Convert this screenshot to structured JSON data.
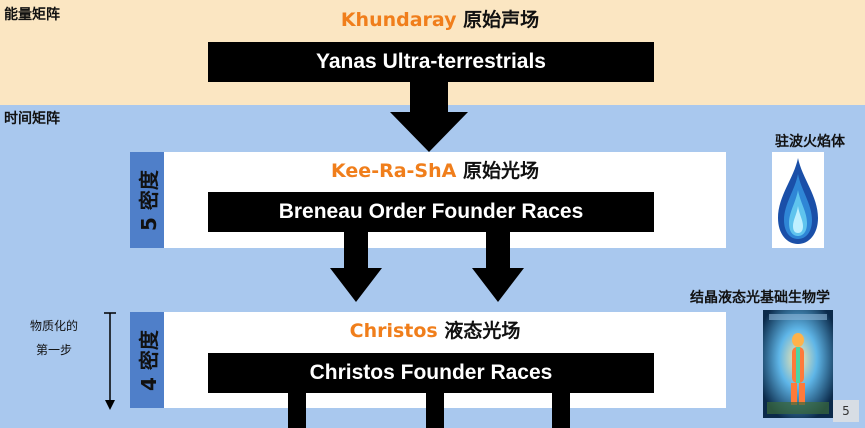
{
  "band_top": {
    "label": "能量矩阵"
  },
  "band_bottom": {
    "label": "时间矩阵"
  },
  "khundaray": {
    "accent": "Khundaray",
    "rest": " 原始声场",
    "bar": "Yanas Ultra-terrestrials"
  },
  "keerasha": {
    "accent": "Kee-Ra-ShA",
    "rest": " 原始光场",
    "bar": "Breneau Order Founder Races",
    "density": "5 密度"
  },
  "christos": {
    "accent": "Christos",
    "rest": " 液态光场",
    "bar": "Christos Founder Races",
    "density": "4 密度"
  },
  "side_note": {
    "line1": "物质化的",
    "line2": "第一步"
  },
  "right_panel": {
    "flame_label": "驻波火焰体",
    "crystal_label": "结晶液态光基础生物学"
  },
  "page_number": "5",
  "colors": {
    "accent": "#f07e1b",
    "top_band": "#fbe6c2",
    "bottom_band": "#a9c8ee",
    "density_tab": "#4f7fc9"
  }
}
